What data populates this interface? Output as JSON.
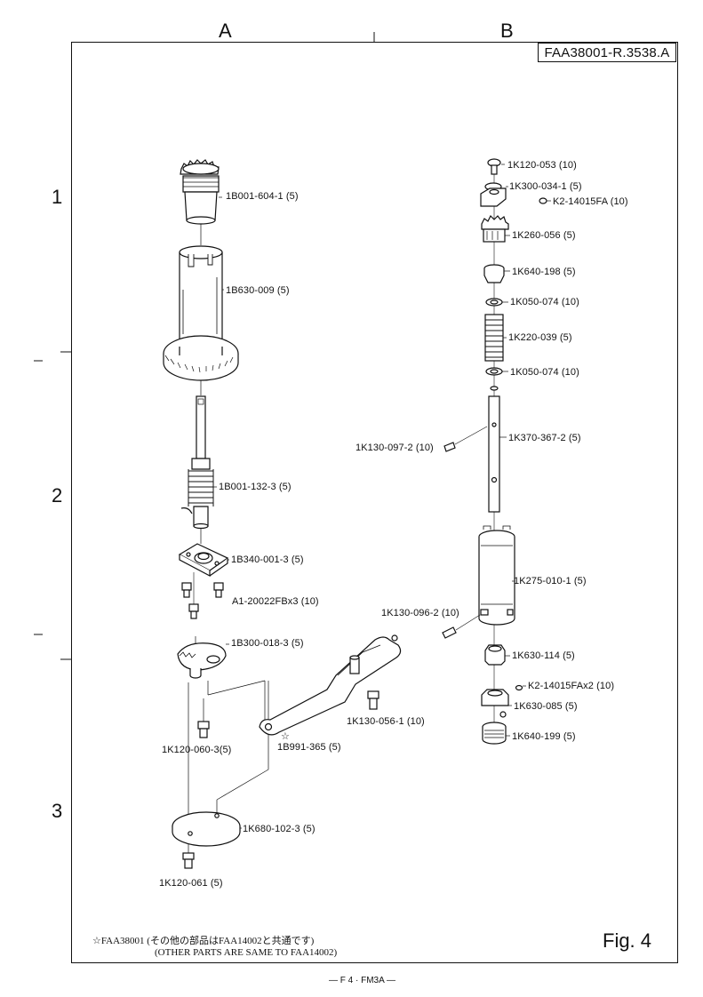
{
  "columns": [
    "A",
    "B"
  ],
  "rows": [
    "1",
    "2",
    "3"
  ],
  "drawing_code": "FAA38001-R.3538.A",
  "parts_a": [
    "1B001-604-1 (5)",
    "1B630-009 (5)",
    "1B001-132-3 (5)",
    "1B340-001-3 (5)",
    "A1-20022FBx3 (10)",
    "1B300-018-3 (5)",
    "1K120-060-3(5)",
    "1K680-102-3 (5)",
    "1K120-061 (5)"
  ],
  "parts_link": [
    "1K130-056-1 (10)",
    "1B991-365 (5)"
  ],
  "star_symbol": "☆",
  "parts_b": [
    "1K120-053 (10)",
    "1K300-034-1 (5)",
    "K2-14015FA (10)",
    "1K260-056 (5)",
    "1K640-198 (5)",
    "1K050-074 (10)",
    "1K220-039 (5)",
    "1K050-074 (10)",
    "1K130-097-2 (10)",
    "1K370-367-2 (5)",
    "1K275-010-1 (5)",
    "1K130-096-2 (10)",
    "1K630-114 (5)",
    "K2-14015FAx2 (10)",
    "1K630-085 (5)",
    "1K640-199 (5)"
  ],
  "note_line1": "☆FAA38001 (その他の部品はFAA14002と共通です)",
  "note_line2": "(OTHER PARTS ARE SAME TO FAA14002)",
  "figure_label": "Fig.  4",
  "page_code": "— F 4 · FM3A —"
}
